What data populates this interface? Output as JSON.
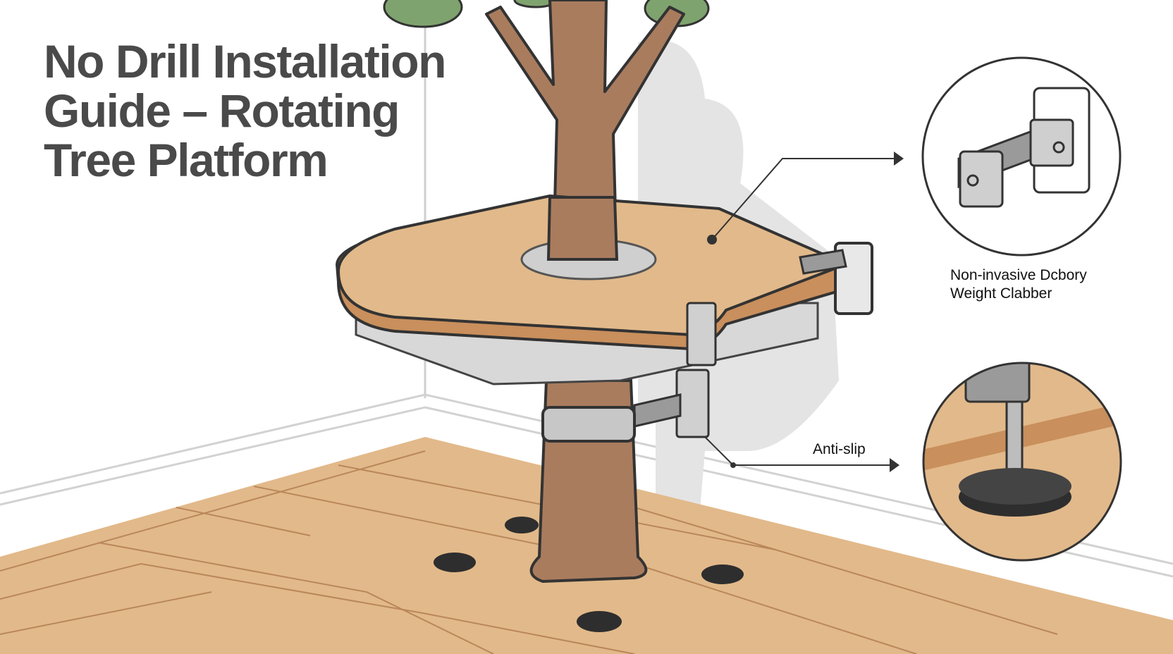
{
  "title": {
    "lines": [
      "No Drill Installation",
      "Guide – Rotating",
      "Tree Platform"
    ]
  },
  "callouts": {
    "bracket": {
      "line1": "Non-invasive Dcbory",
      "line2": "Weight Clabber"
    },
    "foot": {
      "label": "Anti-slip"
    }
  },
  "colors": {
    "title": "#4a4a4a",
    "wood_light": "#e2b98a",
    "wood_dark": "#c98f5c",
    "trunk": "#a97c5e",
    "foliage": "#7fa36e",
    "metal": "#9a9a9a",
    "wall_shadow": "#e4e4e4"
  }
}
